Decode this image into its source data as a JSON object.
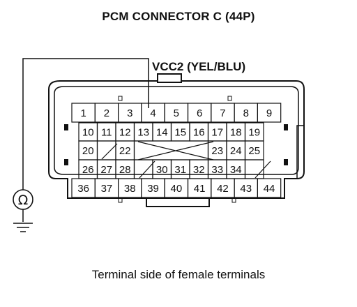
{
  "title": "PCM CONNECTOR C (44P)",
  "wire_label": "VCC2 (YEL/BLU)",
  "caption": "Terminal side of female terminals",
  "meter_symbol": "Ω",
  "rows": [
    [
      "1",
      "2",
      "3",
      "4",
      "5",
      "6",
      "7",
      "8",
      "9"
    ],
    [
      "10",
      "11",
      "12",
      "13",
      "14",
      "15",
      "16",
      "17",
      "18",
      "19"
    ],
    [
      "20",
      "",
      "22",
      "",
      "",
      "",
      "",
      "23",
      "24",
      "25"
    ],
    [
      "26",
      "27",
      "28",
      "",
      "30",
      "31",
      "32",
      "33",
      "34",
      ""
    ],
    [
      "36",
      "37",
      "38",
      "39",
      "40",
      "41",
      "42",
      "43",
      "44"
    ]
  ],
  "colors": {
    "line": "#111111",
    "background": "#ffffff"
  }
}
